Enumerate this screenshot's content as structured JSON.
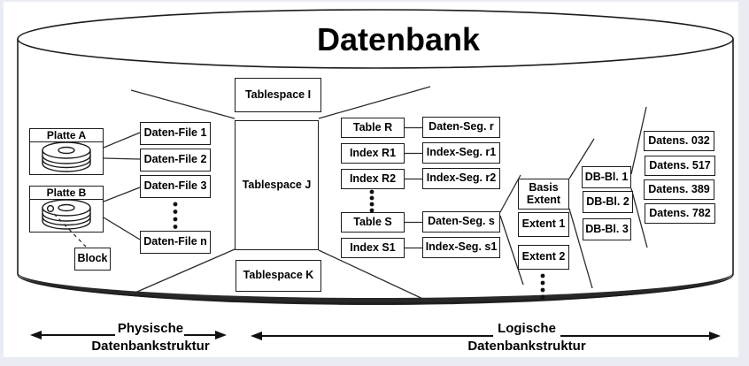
{
  "title": "Datenbank",
  "physical": {
    "disks": [
      {
        "label": "Platte A"
      },
      {
        "label": "Platte B"
      }
    ],
    "block_label": "Block",
    "daten_files": [
      "Daten-File 1",
      "Daten-File 2",
      "Daten-File 3",
      "Daten-File n"
    ]
  },
  "tablespaces": [
    "Tablespace I",
    "Tablespace J",
    "Tablespace K"
  ],
  "segments": [
    {
      "object": "Table R",
      "segment": "Daten-Seg. r"
    },
    {
      "object": "Index R1",
      "segment": "Index-Seg. r1"
    },
    {
      "object": "Index R2",
      "segment": "Index-Seg. r2"
    },
    {
      "object": "Table S",
      "segment": "Daten-Seg. s"
    },
    {
      "object": "Index S1",
      "segment": "Index-Seg. s1"
    }
  ],
  "extents": [
    "Basis Extent",
    "Extent 1",
    "Extent 2"
  ],
  "db_blocks": [
    "DB-Bl. 1",
    "DB-Bl. 2",
    "DB-Bl. 3"
  ],
  "records": [
    "Datens. 032",
    "Datens. 517",
    "Datens. 389",
    "Datens. 782"
  ],
  "legend": {
    "physisch": {
      "line1": "Physische",
      "line2": "Datenbankstruktur"
    },
    "logisch": {
      "line1": "Logische",
      "line2": "Datenbankstruktur"
    }
  },
  "colors": {
    "stroke": "#1c1c1c",
    "canvas": "#ffffff",
    "frame": "#e9edf3"
  }
}
